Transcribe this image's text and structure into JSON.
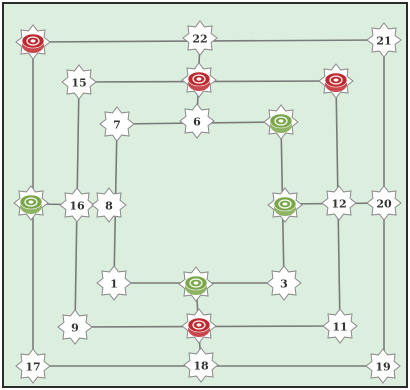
{
  "colors": {
    "board_bg": "#dceedd",
    "board_border": "#2b2b2b",
    "line": "#7a7a7a",
    "node_fill": "#ffffff",
    "node_stroke": "#8a8a8a",
    "red": "#c0282f",
    "green": "#7aa64a"
  },
  "points": [
    {
      "id": "p22",
      "label": "22"
    },
    {
      "id": "p21",
      "label": "21"
    },
    {
      "id": "p15",
      "label": "15"
    },
    {
      "id": "p7",
      "label": "7"
    },
    {
      "id": "p6",
      "label": "6"
    },
    {
      "id": "p16",
      "label": "16"
    },
    {
      "id": "p8",
      "label": "8"
    },
    {
      "id": "p12",
      "label": "12"
    },
    {
      "id": "p20",
      "label": "20"
    },
    {
      "id": "p1",
      "label": "1"
    },
    {
      "id": "p3",
      "label": "3"
    },
    {
      "id": "p9",
      "label": "9"
    },
    {
      "id": "p11",
      "label": "11"
    },
    {
      "id": "p17",
      "label": "17"
    },
    {
      "id": "p18",
      "label": "18"
    },
    {
      "id": "p19",
      "label": "19"
    }
  ],
  "pieces": [
    {
      "color": "red",
      "at": "top-left-outer"
    },
    {
      "color": "red",
      "at": "mid-top-ring"
    },
    {
      "color": "red",
      "at": "mid-top-right"
    },
    {
      "color": "red",
      "at": "bottom-mid-ring"
    },
    {
      "color": "green",
      "at": "inner-top-right"
    },
    {
      "color": "green",
      "at": "outer-left"
    },
    {
      "color": "green",
      "at": "inner-right"
    },
    {
      "color": "green",
      "at": "inner-bottom"
    }
  ]
}
